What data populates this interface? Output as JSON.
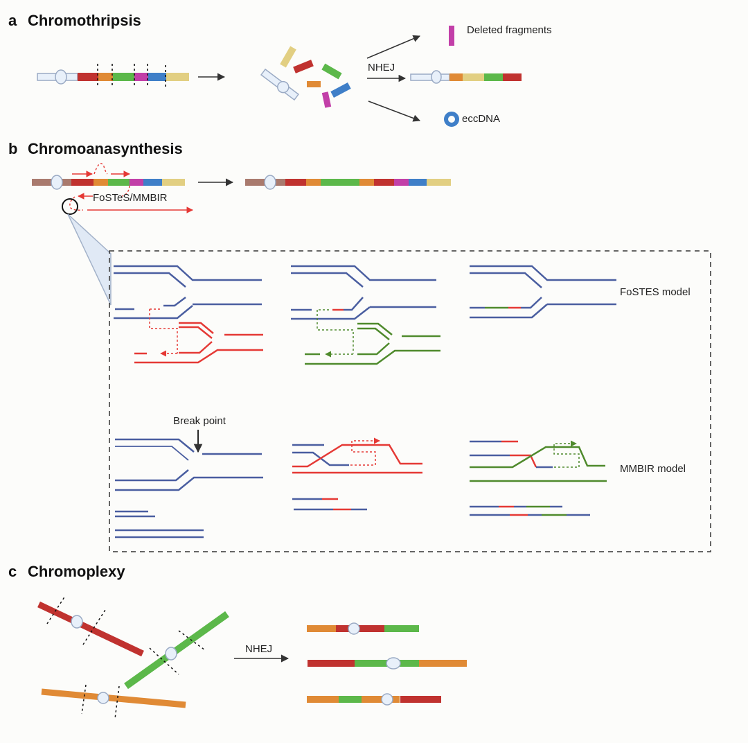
{
  "colors": {
    "red": "#c0322f",
    "orange": "#e08a35",
    "green": "#5cb84a",
    "magenta": "#c23fa8",
    "blue": "#3f7fc8",
    "yellow": "#e2cf82",
    "brown": "#a97a6e",
    "arm_fill": "#e8f0fa",
    "arm_stroke": "#9aaac4",
    "strand_blue": "#4a5ea0",
    "strand_red": "#e53935",
    "strand_green": "#4f8a2c",
    "arrow": "#333333",
    "dash_box": "#333333"
  },
  "panel_a": {
    "letter": "a",
    "title": "Chromothripsis",
    "original_segments": [
      "red",
      "orange",
      "green",
      "magenta",
      "blue",
      "yellow"
    ],
    "outcomes": {
      "deleted_label": "Deleted fragments",
      "nhej_label": "NHEJ",
      "rejoined_segments": [
        "orange",
        "yellow",
        "green",
        "red"
      ],
      "eccdna_label": "eccDNA"
    }
  },
  "panel_b": {
    "letter": "b",
    "title": "Chromoanasynthesis",
    "original_segments": [
      "brown",
      "red",
      "orange",
      "green",
      "magenta",
      "blue",
      "yellow"
    ],
    "mechanism_label": "FoSTeS/MMBIR",
    "result_segments": [
      "brown",
      "red",
      "orange",
      "green",
      "orange",
      "red",
      "magenta",
      "blue",
      "yellow"
    ],
    "fostes_label": "FoSTES model",
    "mmbir_label": "MMBIR model",
    "breakpoint_label": "Break point"
  },
  "panel_c": {
    "letter": "c",
    "title": "Chromoplexy",
    "nhej_label": "NHEJ",
    "input_chromosomes": [
      "red",
      "green",
      "orange"
    ],
    "results": [
      [
        "orange",
        "red",
        "red",
        "green"
      ],
      [
        "red",
        "green",
        "green",
        "orange"
      ],
      [
        "orange",
        "green",
        "orange",
        "red"
      ]
    ]
  }
}
